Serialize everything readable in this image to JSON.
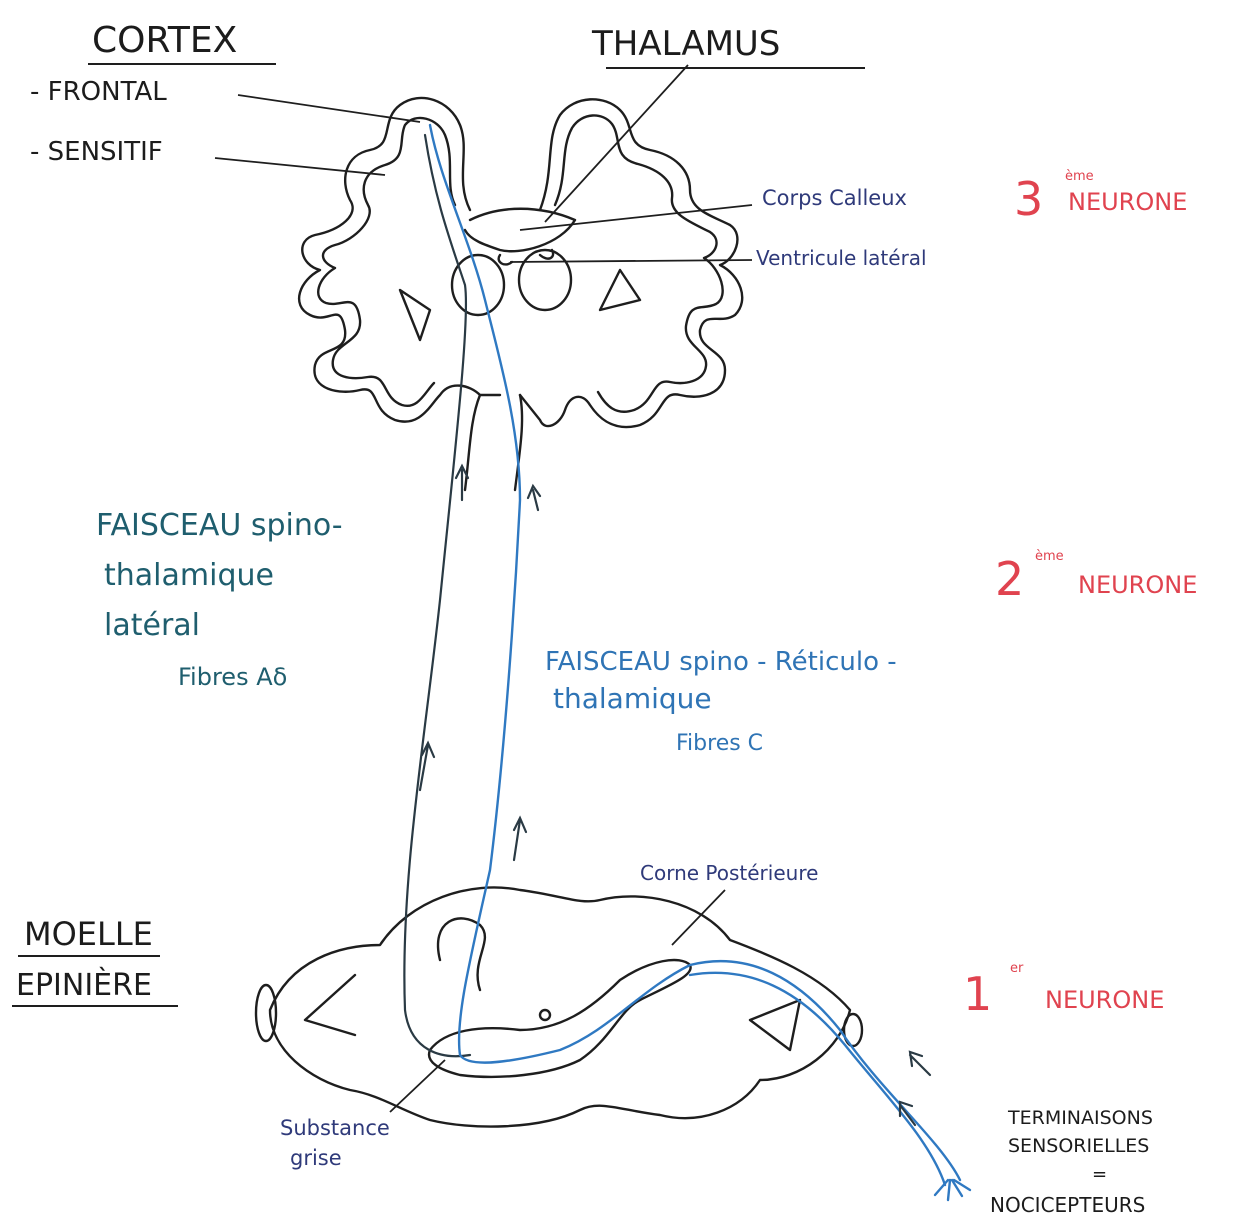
{
  "headings": {
    "cortex": "CORTEX",
    "thalamus": "THALAMUS",
    "moelle_line1": "MOELLE",
    "moelle_line2": "EPINIÈRE"
  },
  "cortex_items": [
    "- FRONTAL",
    "- SENSITIF"
  ],
  "structures": {
    "corps_calleux": "Corps Calleux",
    "ventricule": "Ventricule latéral",
    "corne": "Corne Postérieure",
    "substance_line1": "Substance",
    "substance_line2": "grise"
  },
  "tracts": {
    "lateral": {
      "line1": "FAISCEAU spino-",
      "line2": "thalamique",
      "line3": "latéral",
      "fibres": "Fibres Aδ"
    },
    "reticulo": {
      "line1": "FAISCEAU spino - Réticulo -",
      "line2": "thalamique",
      "fibres": "Fibres C"
    }
  },
  "neurones": {
    "third": {
      "num": "3",
      "sup": "ème",
      "word": "NEURONE"
    },
    "second": {
      "num": "2",
      "sup": "ème",
      "word": "NEURONE"
    },
    "first": {
      "num": "1",
      "sup": "er",
      "word": "NEURONE"
    }
  },
  "terminaisons": {
    "line1": "TERMINAISONS",
    "line2": "SENSORIELLES",
    "eq": "=",
    "line3": "NOCICEPTEURS"
  },
  "colors": {
    "ink": "#1e1e1e",
    "tract_lateral": "#2a3a44",
    "tract_reticulo": "#2f79c2",
    "label_green": "#1f5e6e",
    "label_blue": "#2f74b5",
    "label_navy": "#2f3a7a",
    "neurone_red": "#e0434f"
  }
}
